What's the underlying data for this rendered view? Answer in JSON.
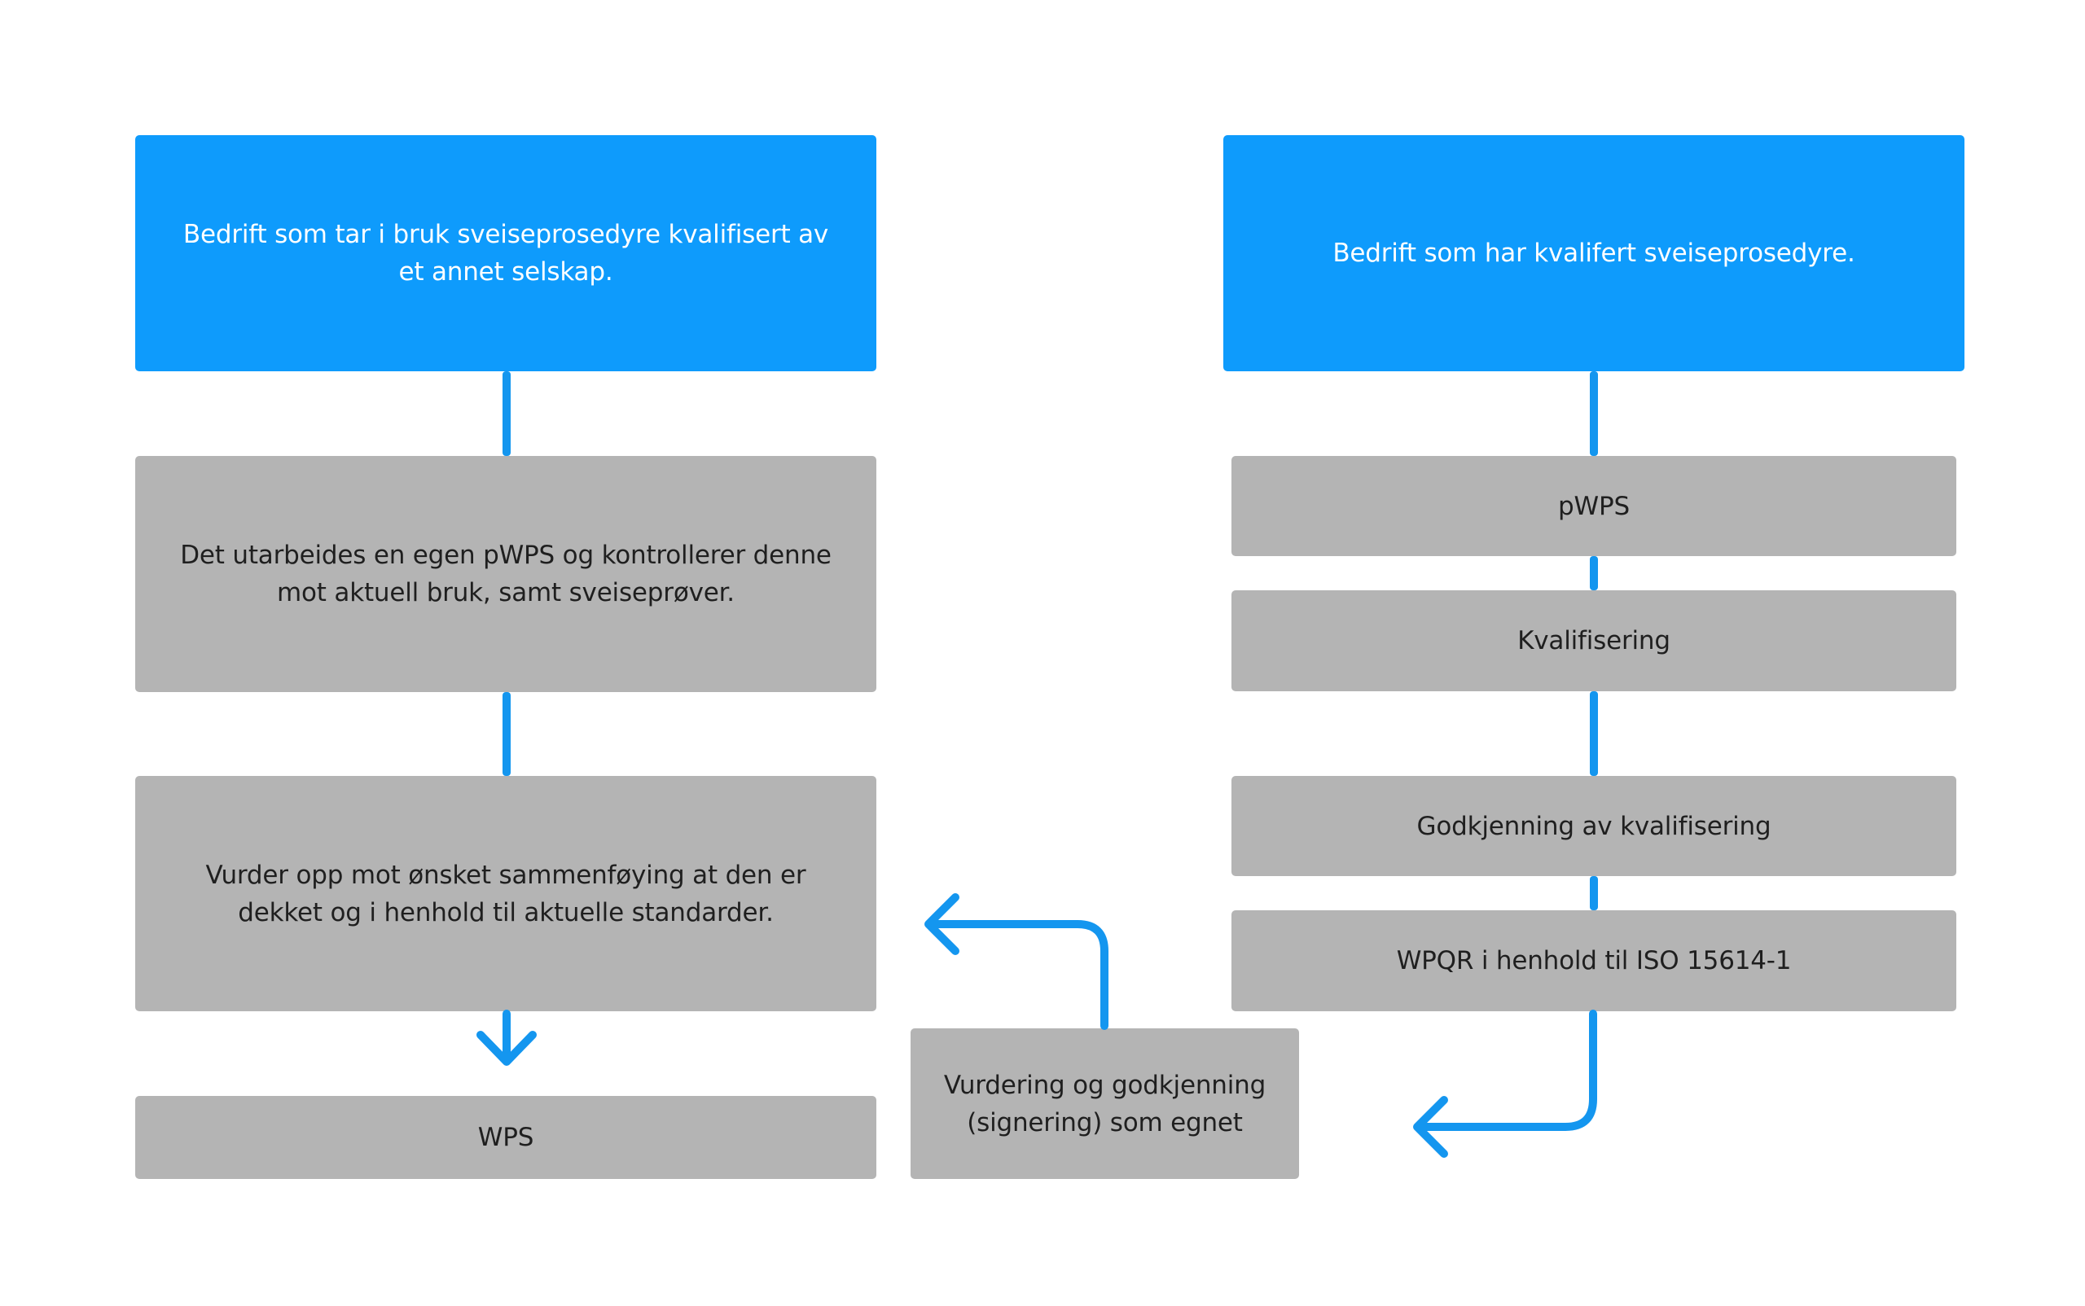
{
  "colors": {
    "primary_box": "#0e9bfc",
    "secondary_box": "#b4b4b4",
    "connector": "#1496ef",
    "text_light": "#ffffff",
    "text_dark": "#1f1f1f"
  },
  "left_column": {
    "header": "Bedrift som tar i bruk sveiseprosedyre kvalifisert av et annet selskap.",
    "step1": "Det utarbeides en egen pWPS og kontrollerer denne mot aktuell bruk, samt sveiseprøver.",
    "step2": "Vurder opp mot ønsket sammenføying at den er dekket og i henhold til aktuelle standarder.",
    "result": "WPS"
  },
  "right_column": {
    "header": "Bedrift som har kvalifert sveiseprosedyre.",
    "step1": "pWPS",
    "step2": "Kvalifisering",
    "step3": "Godkjenning av kvalifisering",
    "step4": "WPQR i henhold til ISO 15614-1"
  },
  "middle": {
    "approval": "Vurdering og godkjenning (signering) som egnet"
  }
}
